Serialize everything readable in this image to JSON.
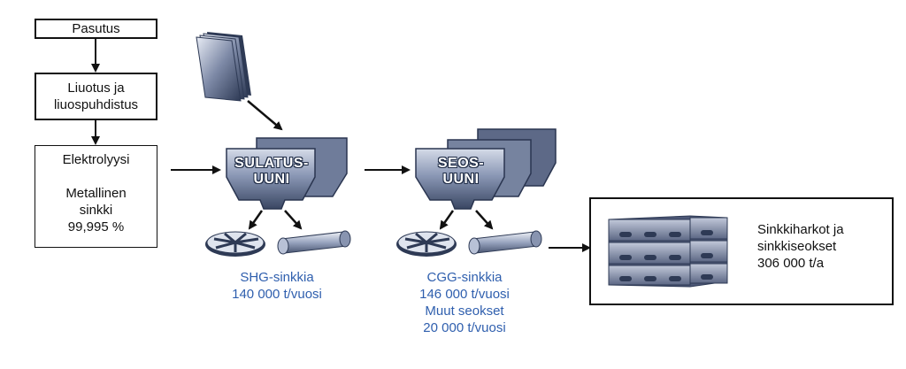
{
  "steps": {
    "roasting": "Pasutus",
    "leaching_line1": "Liuotus ja",
    "leaching_line2": "liuospuhdistus",
    "electrolysis": "Elektrolyysi",
    "metal_line1": "Metallinen",
    "metal_line2": "sinkki",
    "metal_purity": "99,995 %"
  },
  "furnaces": {
    "melting_line1": "SULATUS-",
    "melting_line2": "UUNI",
    "alloy_line1": "SEOS-",
    "alloy_line2": "UUNI"
  },
  "products": {
    "shg_name": "SHG-sinkkia",
    "shg_amount": "140 000 t/vuosi",
    "cgg_name": "CGG-sinkkia",
    "cgg_amount": "146 000 t/vuosi",
    "other_name": "Muut seokset",
    "other_amount": "20 000 t/vuosi"
  },
  "output": {
    "line1": "Sinkkiharkot ja",
    "line2": "sinkkiseokset",
    "line3": "306 000 t/a"
  },
  "colors": {
    "line": "#111111",
    "text_blue": "#2f5fae",
    "metal_dark": "#3d4a66",
    "metal_mid": "#7f8cab",
    "metal_light": "#c9d0e2"
  }
}
